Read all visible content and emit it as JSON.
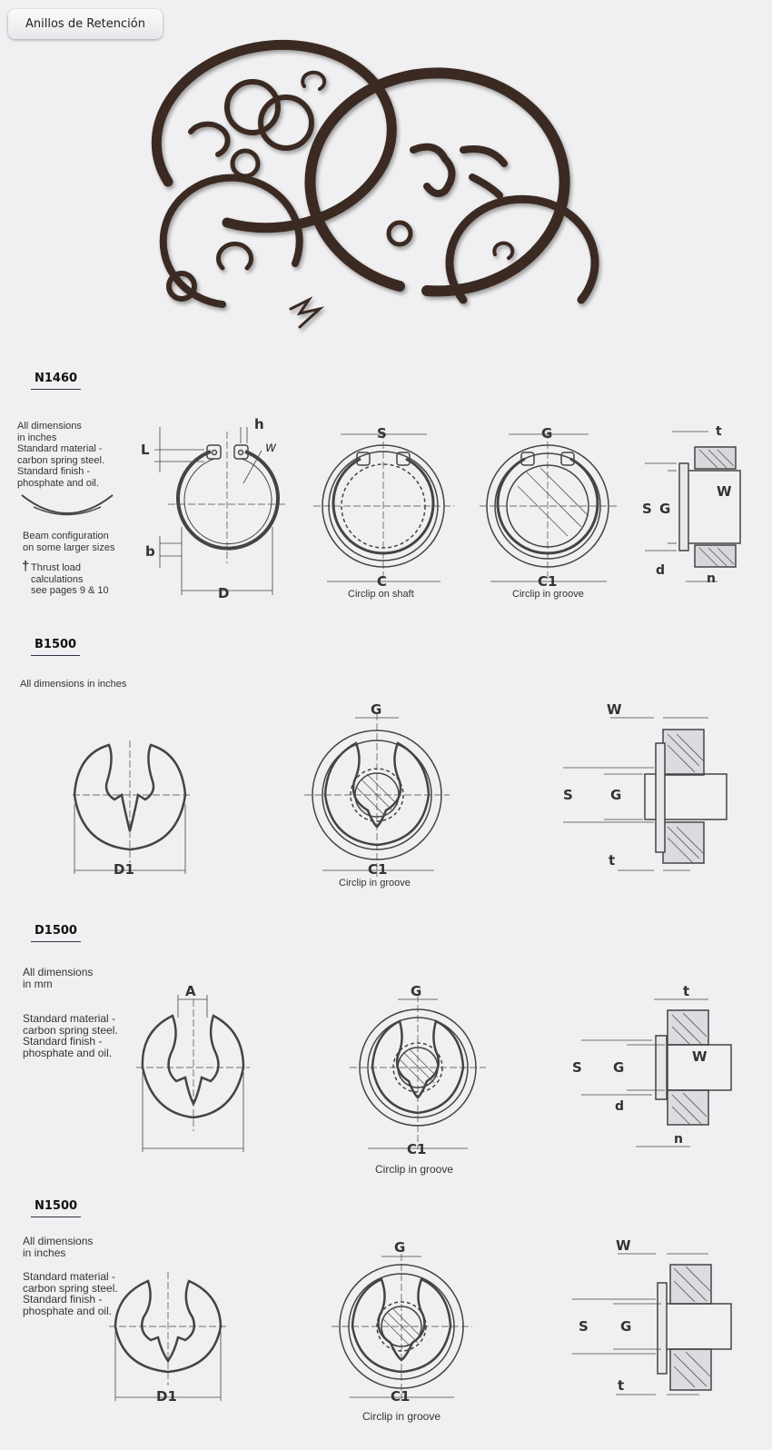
{
  "tab": {
    "label": "Anillos de Retención"
  },
  "sections": {
    "n1460": {
      "title": "N1460",
      "note_dims": "All dimensions\nin inches\nStandard material -\ncarbon spring steel.\nStandard finish -\nphosphate and oil.",
      "beam": "Beam configuration\non some larger sizes",
      "thrust_dagger": "†",
      "thrust": "Thrust load\ncalculations\nsee pages 9 & 10",
      "cap_shaft": "Circlip on shaft",
      "cap_groove": "Circlip in groove",
      "labels": {
        "L": "L",
        "h": "h",
        "w": "w",
        "b": "b",
        "D": "D",
        "S": "S",
        "C": "C",
        "G": "G",
        "C1": "C1",
        "t": "t",
        "W": "W",
        "d": "d",
        "n": "n"
      }
    },
    "b1500": {
      "title": "B1500",
      "note": "All dimensions in inches",
      "cap_groove": "Circlip in groove",
      "labels": {
        "D1": "D1",
        "G": "G",
        "C1": "C1",
        "W": "W",
        "S": "S",
        "t": "t"
      }
    },
    "d1500": {
      "title": "D1500",
      "note_dims": "All dimensions\nin mm",
      "note_mat": "Standard material -\ncarbon spring steel.\nStandard finish -\nphosphate and oil.",
      "cap_groove": "Circlip in groove",
      "labels": {
        "A": "A",
        "G": "G",
        "C1": "C1",
        "t": "t",
        "S": "S",
        "W": "W",
        "d": "d",
        "n": "n"
      }
    },
    "n1500": {
      "title": "N1500",
      "note_dims": "All dimensions\nin inches",
      "note_mat": "Standard material -\ncarbon spring steel.\nStandard finish -\nphosphate and oil.",
      "cap_groove": "Circlip in groove",
      "labels": {
        "D1": "D1",
        "G": "G",
        "C1": "C1",
        "W": "W",
        "S": "S",
        "t": "t"
      }
    }
  },
  "icons": {
    "photo": "retaining-rings-photo"
  },
  "colors": {
    "ring": "#3a2a24",
    "line": "#444",
    "underline": "#334"
  }
}
